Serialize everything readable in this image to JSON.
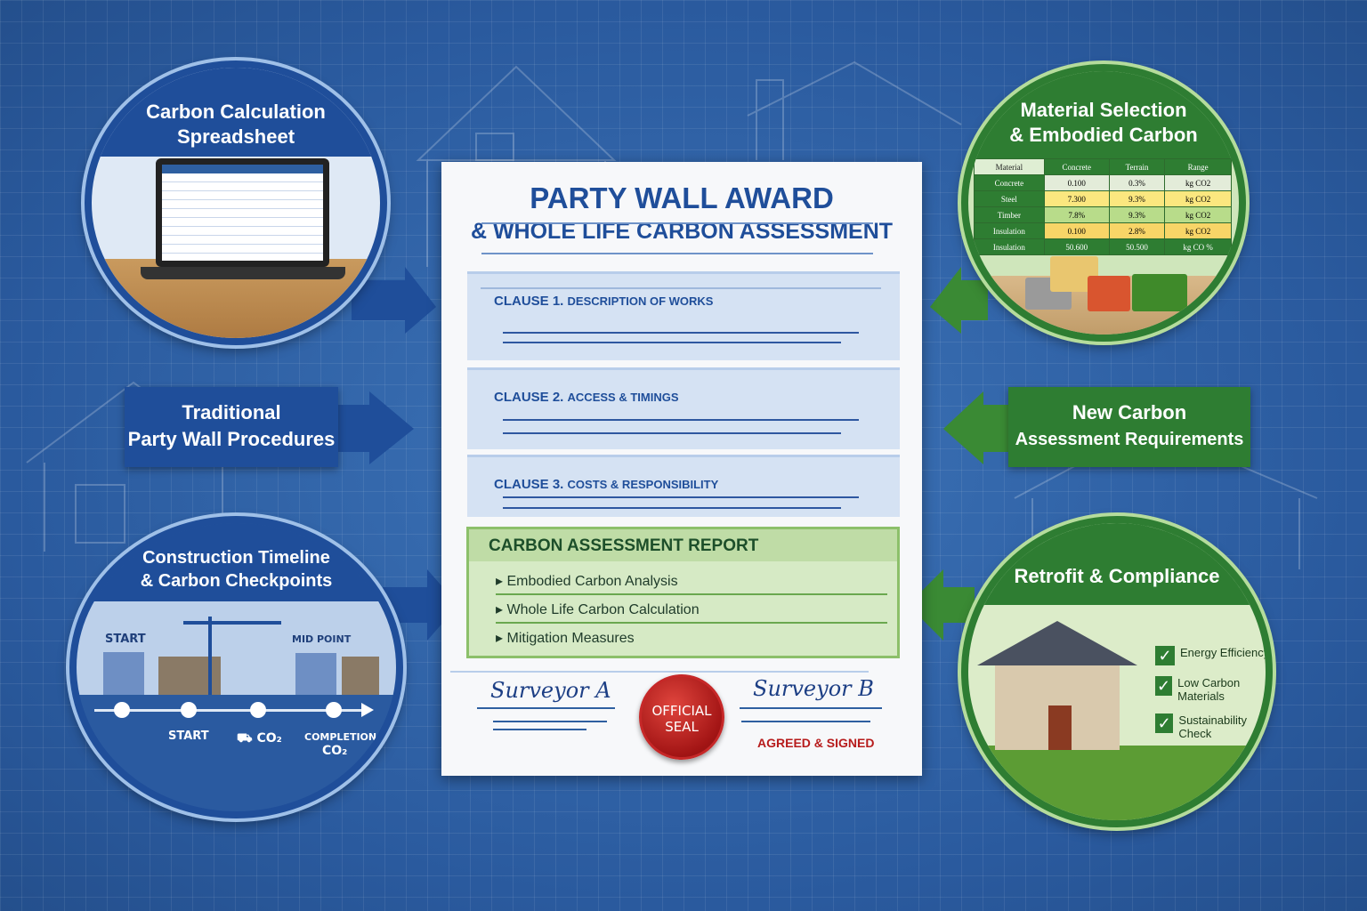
{
  "document": {
    "title": "PARTY WALL AWARD",
    "subtitle": "& WHOLE LIFE CARBON ASSESSMENT",
    "clauses": [
      {
        "number": "CLAUSE 1.",
        "label": "DESCRIPTION OF WORKS"
      },
      {
        "number": "CLAUSE 2.",
        "label": "ACCESS & TIMINGS"
      },
      {
        "number": "CLAUSE 3.",
        "label": "COSTS & RESPONSIBILITY"
      }
    ],
    "report": {
      "title": "CARBON ASSESSMENT REPORT",
      "items": [
        "Embodied Carbon Analysis",
        "Whole Life Carbon Calculation",
        "Mitigation Measures"
      ]
    },
    "signatures": {
      "a": "Surveyor A",
      "b": "Surveyor B",
      "seal_top": "OFFICIAL",
      "seal_bottom": "SEAL",
      "status": "AGREED & SIGNED"
    }
  },
  "spreadsheet": {
    "title": "Carbon Calculation Spreadsheet",
    "line1": "Carbon Calculation",
    "line2": "Spreadsheet"
  },
  "materials": {
    "line1": "Material Selection",
    "line2": "& Embodied Carbon",
    "header": [
      "Material",
      "Concrete",
      "Terrain",
      "Range"
    ],
    "rows": [
      [
        "Concrete",
        "0.100",
        "0.3%",
        "kg CO2"
      ],
      [
        "Steel",
        "7.300",
        "9.3%",
        "kg CO2"
      ],
      [
        "Timber",
        "7.8%",
        "9.3%",
        "kg CO2"
      ],
      [
        "Insulation",
        "0.100",
        "2.8%",
        "kg CO2"
      ],
      [
        "Insulation",
        "50.600",
        "50.500",
        "kg CO %"
      ]
    ]
  },
  "left_banner": {
    "line1": "Traditional",
    "line2": "Party Wall Procedures"
  },
  "right_banner": {
    "line1": "New Carbon",
    "line2": "Assessment Requirements"
  },
  "timeline": {
    "line1": "Construction Timeline",
    "line2": "& Carbon Checkpoints",
    "label_start_top": "START",
    "label_midpoint": "MID POINT",
    "label_start": "START",
    "label_co2": "CO₂",
    "label_completion": "COMPLETION",
    "label_completion_co2": "CO₂"
  },
  "retrofit": {
    "title": "Retrofit & Compliance",
    "checks": [
      "Energy Efficiency",
      "Low Carbon Materials",
      "Sustainability Check"
    ]
  },
  "colors": {
    "blue": "#1f4e9a",
    "green": "#2e7d32",
    "seal": "#b71c1c"
  }
}
